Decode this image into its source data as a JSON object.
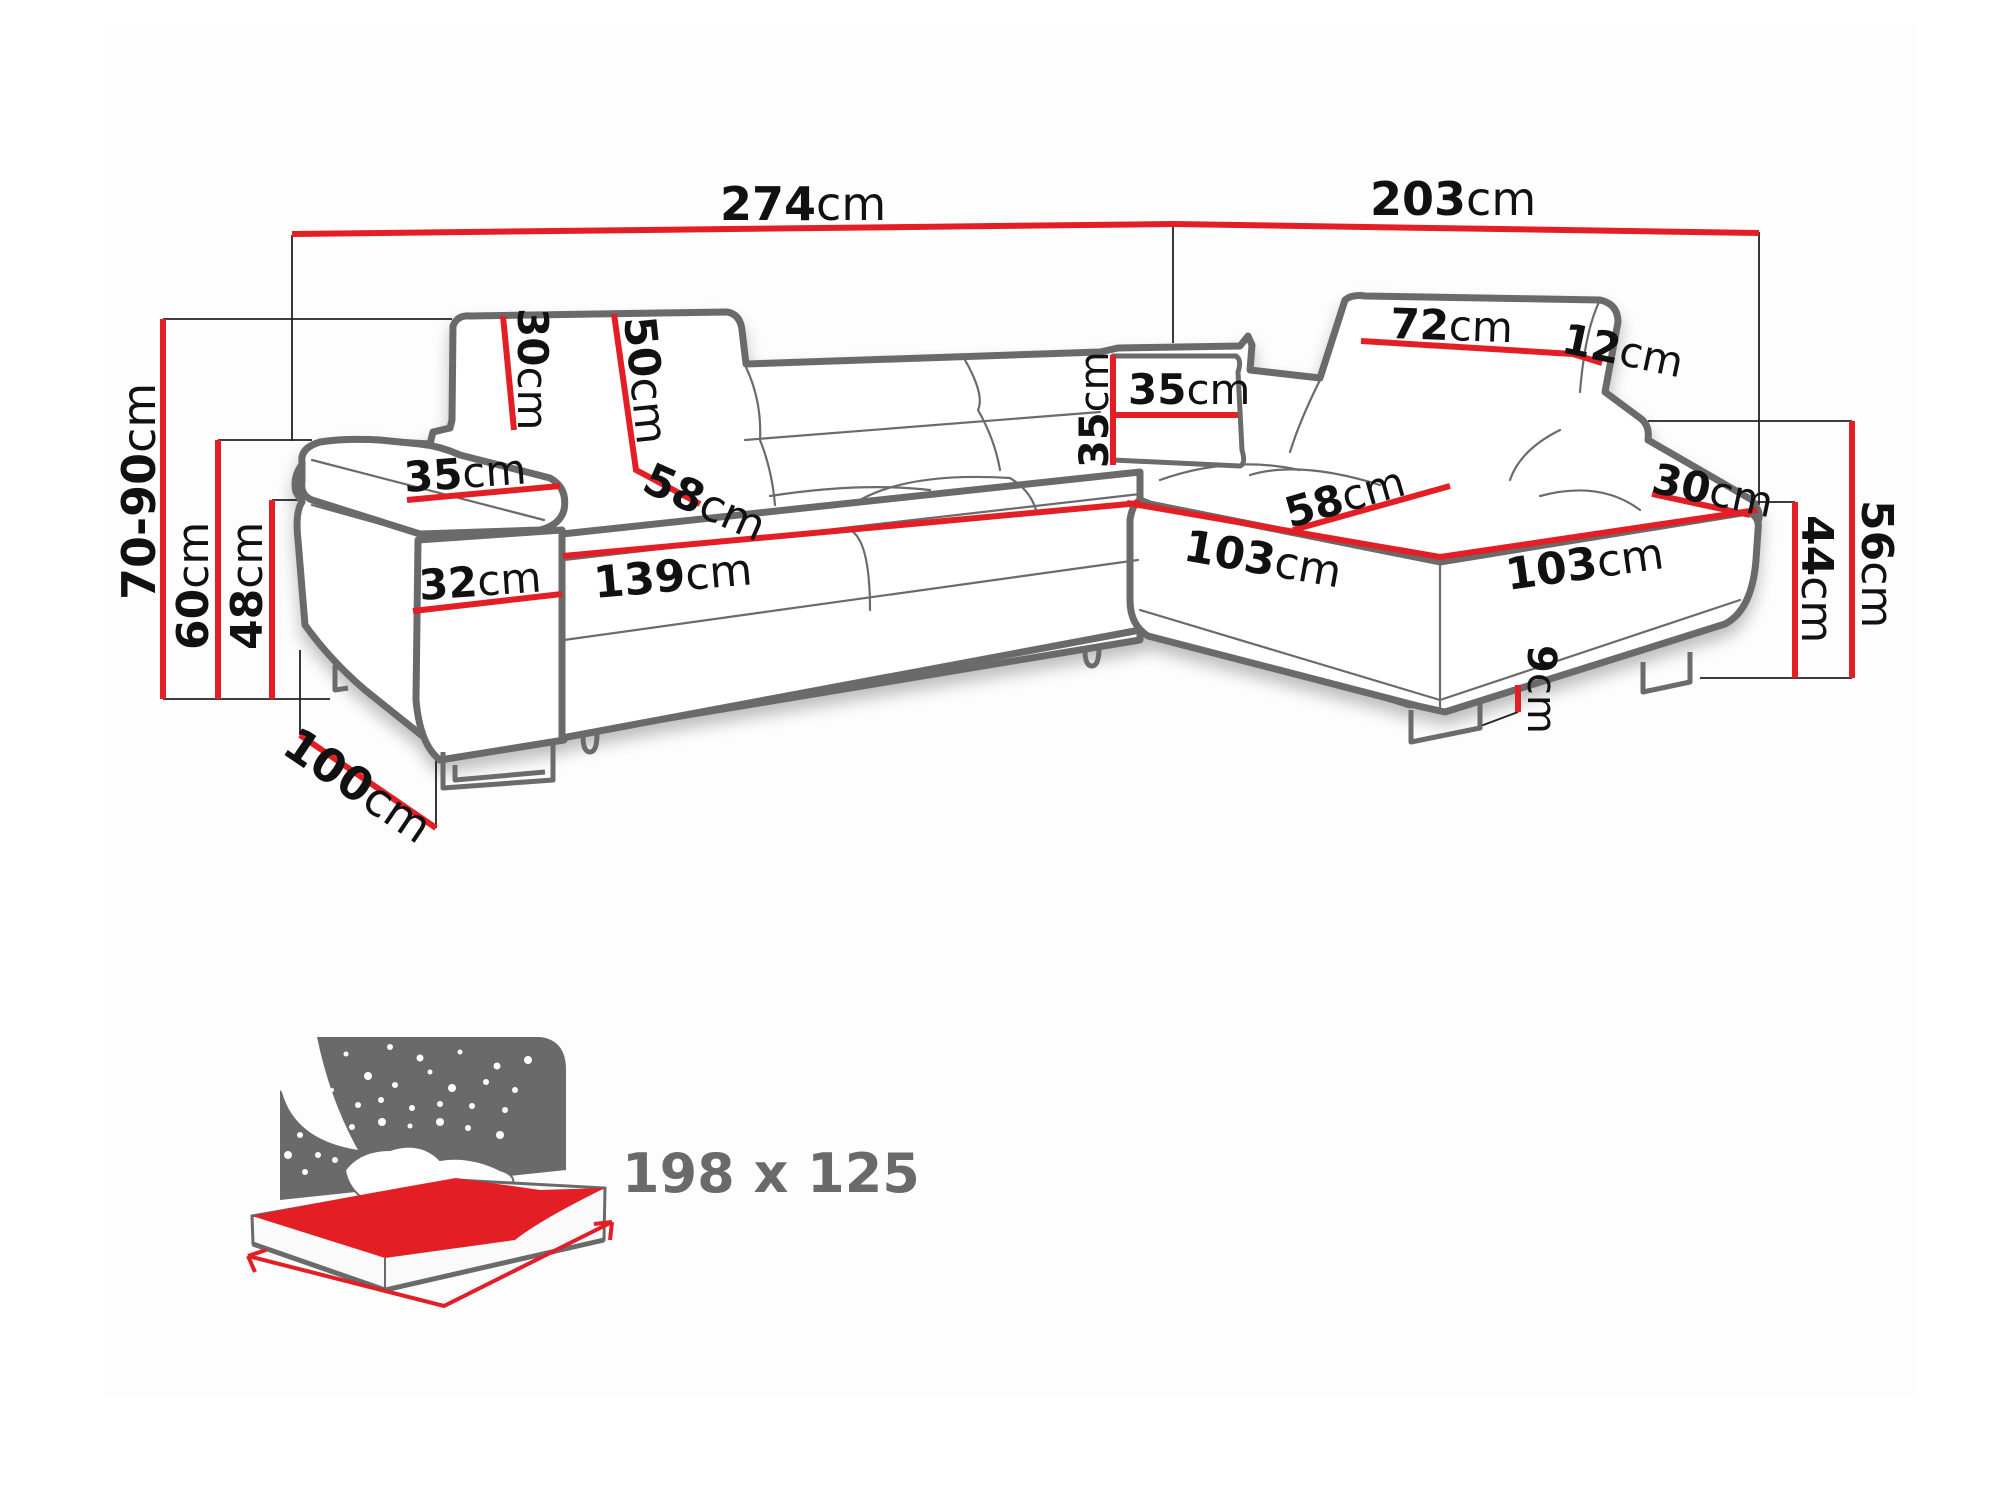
{
  "diagram": {
    "type": "dimensioned product drawing",
    "subject": "corner sofa bed",
    "colors": {
      "dimension_line": "#e31e24",
      "outline": "#6b6b6b",
      "label_text": "#111111",
      "bed_icon_gray": "#6a6a6a",
      "bed_icon_red": "#e31e24"
    },
    "unit": "cm",
    "dimensions": {
      "total_width_left": {
        "value": "274",
        "unit": "cm"
      },
      "total_width_right": {
        "value": "203",
        "unit": "cm"
      },
      "total_height": {
        "value": "70-90",
        "unit": "cm"
      },
      "back_height": {
        "value": "60",
        "unit": "cm"
      },
      "armrest_height": {
        "value": "48",
        "unit": "cm"
      },
      "depth": {
        "value": "100",
        "unit": "cm"
      },
      "headrest_height": {
        "value": "30",
        "unit": "cm"
      },
      "backrest_height": {
        "value": "50",
        "unit": "cm"
      },
      "armrest_top_width": {
        "value": "35",
        "unit": "cm"
      },
      "armrest_side_width": {
        "value": "32",
        "unit": "cm"
      },
      "seat_depth_left": {
        "value": "58",
        "unit": "cm"
      },
      "seat_width_left": {
        "value": "139",
        "unit": "cm"
      },
      "pillow_height": {
        "value": "35",
        "unit": "cm"
      },
      "pillow_width": {
        "value": "35",
        "unit": "cm"
      },
      "headrest_width": {
        "value": "72",
        "unit": "cm"
      },
      "headrest_depth": {
        "value": "12",
        "unit": "cm"
      },
      "seat_depth_right": {
        "value": "58",
        "unit": "cm"
      },
      "chaise_length": {
        "value": "103",
        "unit": "cm"
      },
      "chaise_width": {
        "value": "103",
        "unit": "cm"
      },
      "side_back_width": {
        "value": "30",
        "unit": "cm"
      },
      "seat_height": {
        "value": "44",
        "unit": "cm"
      },
      "side_height": {
        "value": "56",
        "unit": "cm"
      },
      "leg_height": {
        "value": "9",
        "unit": "cm"
      }
    },
    "sleeping_area": {
      "label": "198 x 125",
      "icon": "bed-night-icon"
    }
  }
}
